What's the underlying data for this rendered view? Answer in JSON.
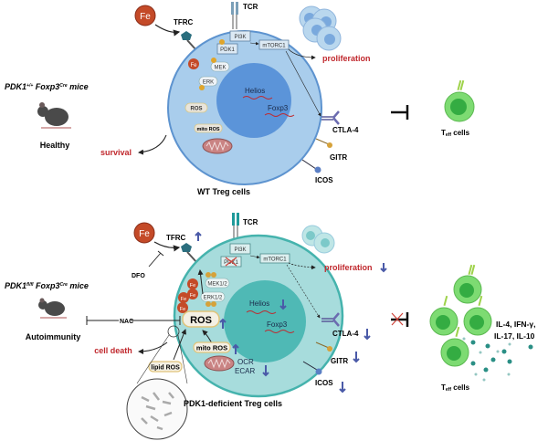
{
  "top": {
    "mouse_genotype_pre": "PDK1",
    "mouse_genotype_sup": "+/+",
    "mouse_genotype_mid": " Foxp3",
    "mouse_genotype_sup2": "Cre",
    "mouse_genotype_post": " mice",
    "phenotype": "Healthy",
    "survival": "survival",
    "fe": "Fe",
    "tfrc": "TFRC",
    "tcr": "TCR",
    "pi3k": "PI3K",
    "pdk1": "PDK1",
    "mtorc1": "mTORC1",
    "mek": "MEK",
    "erk": "ERK",
    "p": "P",
    "ros": "ROS",
    "mito_ros": "mito ROS",
    "helios": "Helios",
    "foxp3": "Foxp3",
    "proliferation": "proliferation",
    "ctla4": "CTLA-4",
    "gitr": "GITR",
    "icos": "ICOS",
    "cell_label": "WT Treg cells",
    "teff_main": "T",
    "teff_sub": "eff",
    "teff_post": " cells"
  },
  "bottom": {
    "mouse_genotype_pre": "PDK1",
    "mouse_genotype_sup": "fl/fl",
    "mouse_genotype_mid": " Foxp3",
    "mouse_genotype_sup2": "Cre",
    "mouse_genotype_post": " mice",
    "phenotype": "Autoimmunity",
    "cell_death": "cell death",
    "fe": "Fe",
    "dfo": "DFO",
    "nac": "NAC",
    "tfrc": "TFRC",
    "tcr": "TCR",
    "pi3k": "PI3K",
    "pdk1": "PDK1",
    "mtorc1": "mTORC1",
    "mek": "MEK1/2",
    "erk": "ERK1/2",
    "ros": "ROS",
    "mito_ros": "mito ROS",
    "lipid_ros": "lipid ROS",
    "ocr": "OCR",
    "ecar": "ECAR",
    "helios": "Helios",
    "foxp3": "Foxp3",
    "proliferation": "proliferation",
    "ctla4": "CTLA-4",
    "gitr": "GITR",
    "icos": "ICOS",
    "cell_label": "PDK1-deficient Treg cells",
    "cytokines_line1": "IL-4, IFN-γ,",
    "cytokines_line2": "IL-17, IL-10",
    "teff_main": "T",
    "teff_sub": "eff",
    "teff_post": " cells"
  },
  "colors": {
    "wt_cell": "#a9cdec",
    "wt_nucleus": "#5b94d9",
    "ko_cell": "#a7dcdc",
    "ko_nucleus": "#4fb9b5",
    "red_text": "#c0282d",
    "up_down_arrow": "#4a5aa8",
    "teff": "#7ddb72",
    "fe": "#c44a28"
  }
}
